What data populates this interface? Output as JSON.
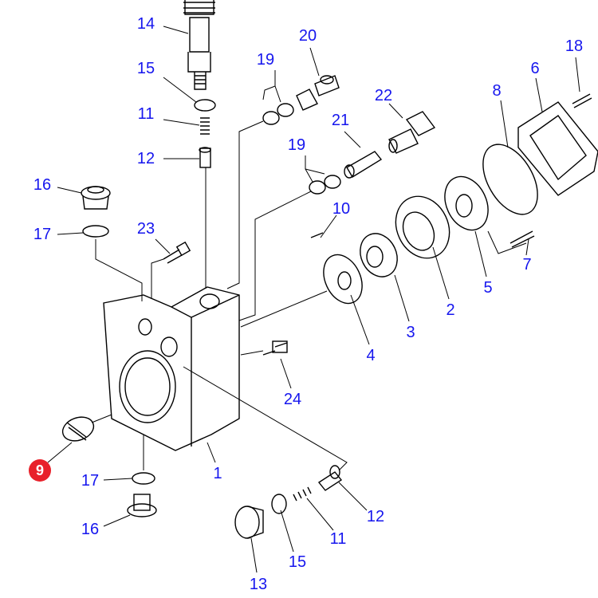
{
  "diagram": {
    "highlight_color": "#e8202a",
    "label_color": "#1616ee",
    "labels": {
      "l14": "14",
      "l15a": "15",
      "l11a": "11",
      "l12a": "12",
      "l16a": "16",
      "l17a": "17",
      "l23": "23",
      "l19a": "19",
      "l20": "20",
      "l22": "22",
      "l21": "21",
      "l19b": "19",
      "l10": "10",
      "l18": "18",
      "l6": "6",
      "l8": "8",
      "l7": "7",
      "l5": "5",
      "l2": "2",
      "l3": "3",
      "l4": "4",
      "l24": "24",
      "l1": "1",
      "l9": "9",
      "l17b": "17",
      "l16b": "16",
      "l12b": "12",
      "l11b": "11",
      "l15b": "15",
      "l13": "13"
    }
  }
}
